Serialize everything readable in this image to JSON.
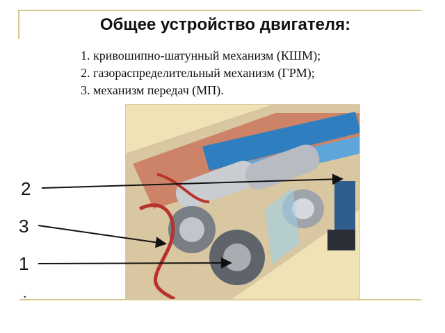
{
  "slide": {
    "title": "Общее устройство двигателя:",
    "items": [
      "1. кривошипно-шатунный механизм (КШМ);",
      "2. газораспределительный механизм (ГРМ);",
      "3. механизм передач (МП)."
    ],
    "callouts": [
      {
        "label": "2",
        "target": "газораспределительный механизм"
      },
      {
        "label": "3",
        "target": "механизм передач"
      },
      {
        "label": "1",
        "target": "кривошипно-шатунный механизм"
      }
    ],
    "stray_mark": "."
  },
  "colors": {
    "rule": "#d9c48a",
    "engine_blue": "#2f7fc0",
    "engine_red": "#b8322c",
    "engine_silver": "#c9ccd0",
    "background_tan": "#efe2b5"
  },
  "icons": {
    "figure": "engine-cutaway-illustration"
  }
}
